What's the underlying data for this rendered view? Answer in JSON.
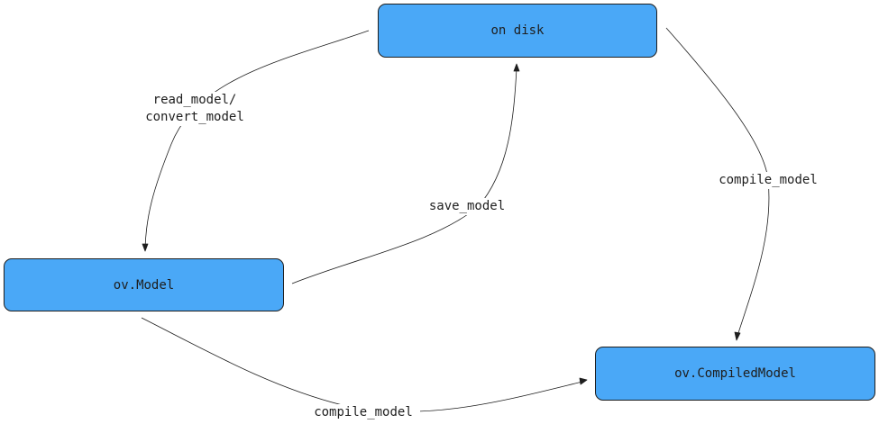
{
  "nodes": {
    "disk": "on disk",
    "model": "ov.Model",
    "compiled": "ov.CompiledModel"
  },
  "edges": {
    "read_line1": "read_model/",
    "read_line2": "convert_model",
    "save": "save_model",
    "compile_disk": "compile_model",
    "compile_model": "compile_model"
  },
  "colors": {
    "node_fill": "#4aa8f7",
    "stroke": "#1e1e1e"
  }
}
